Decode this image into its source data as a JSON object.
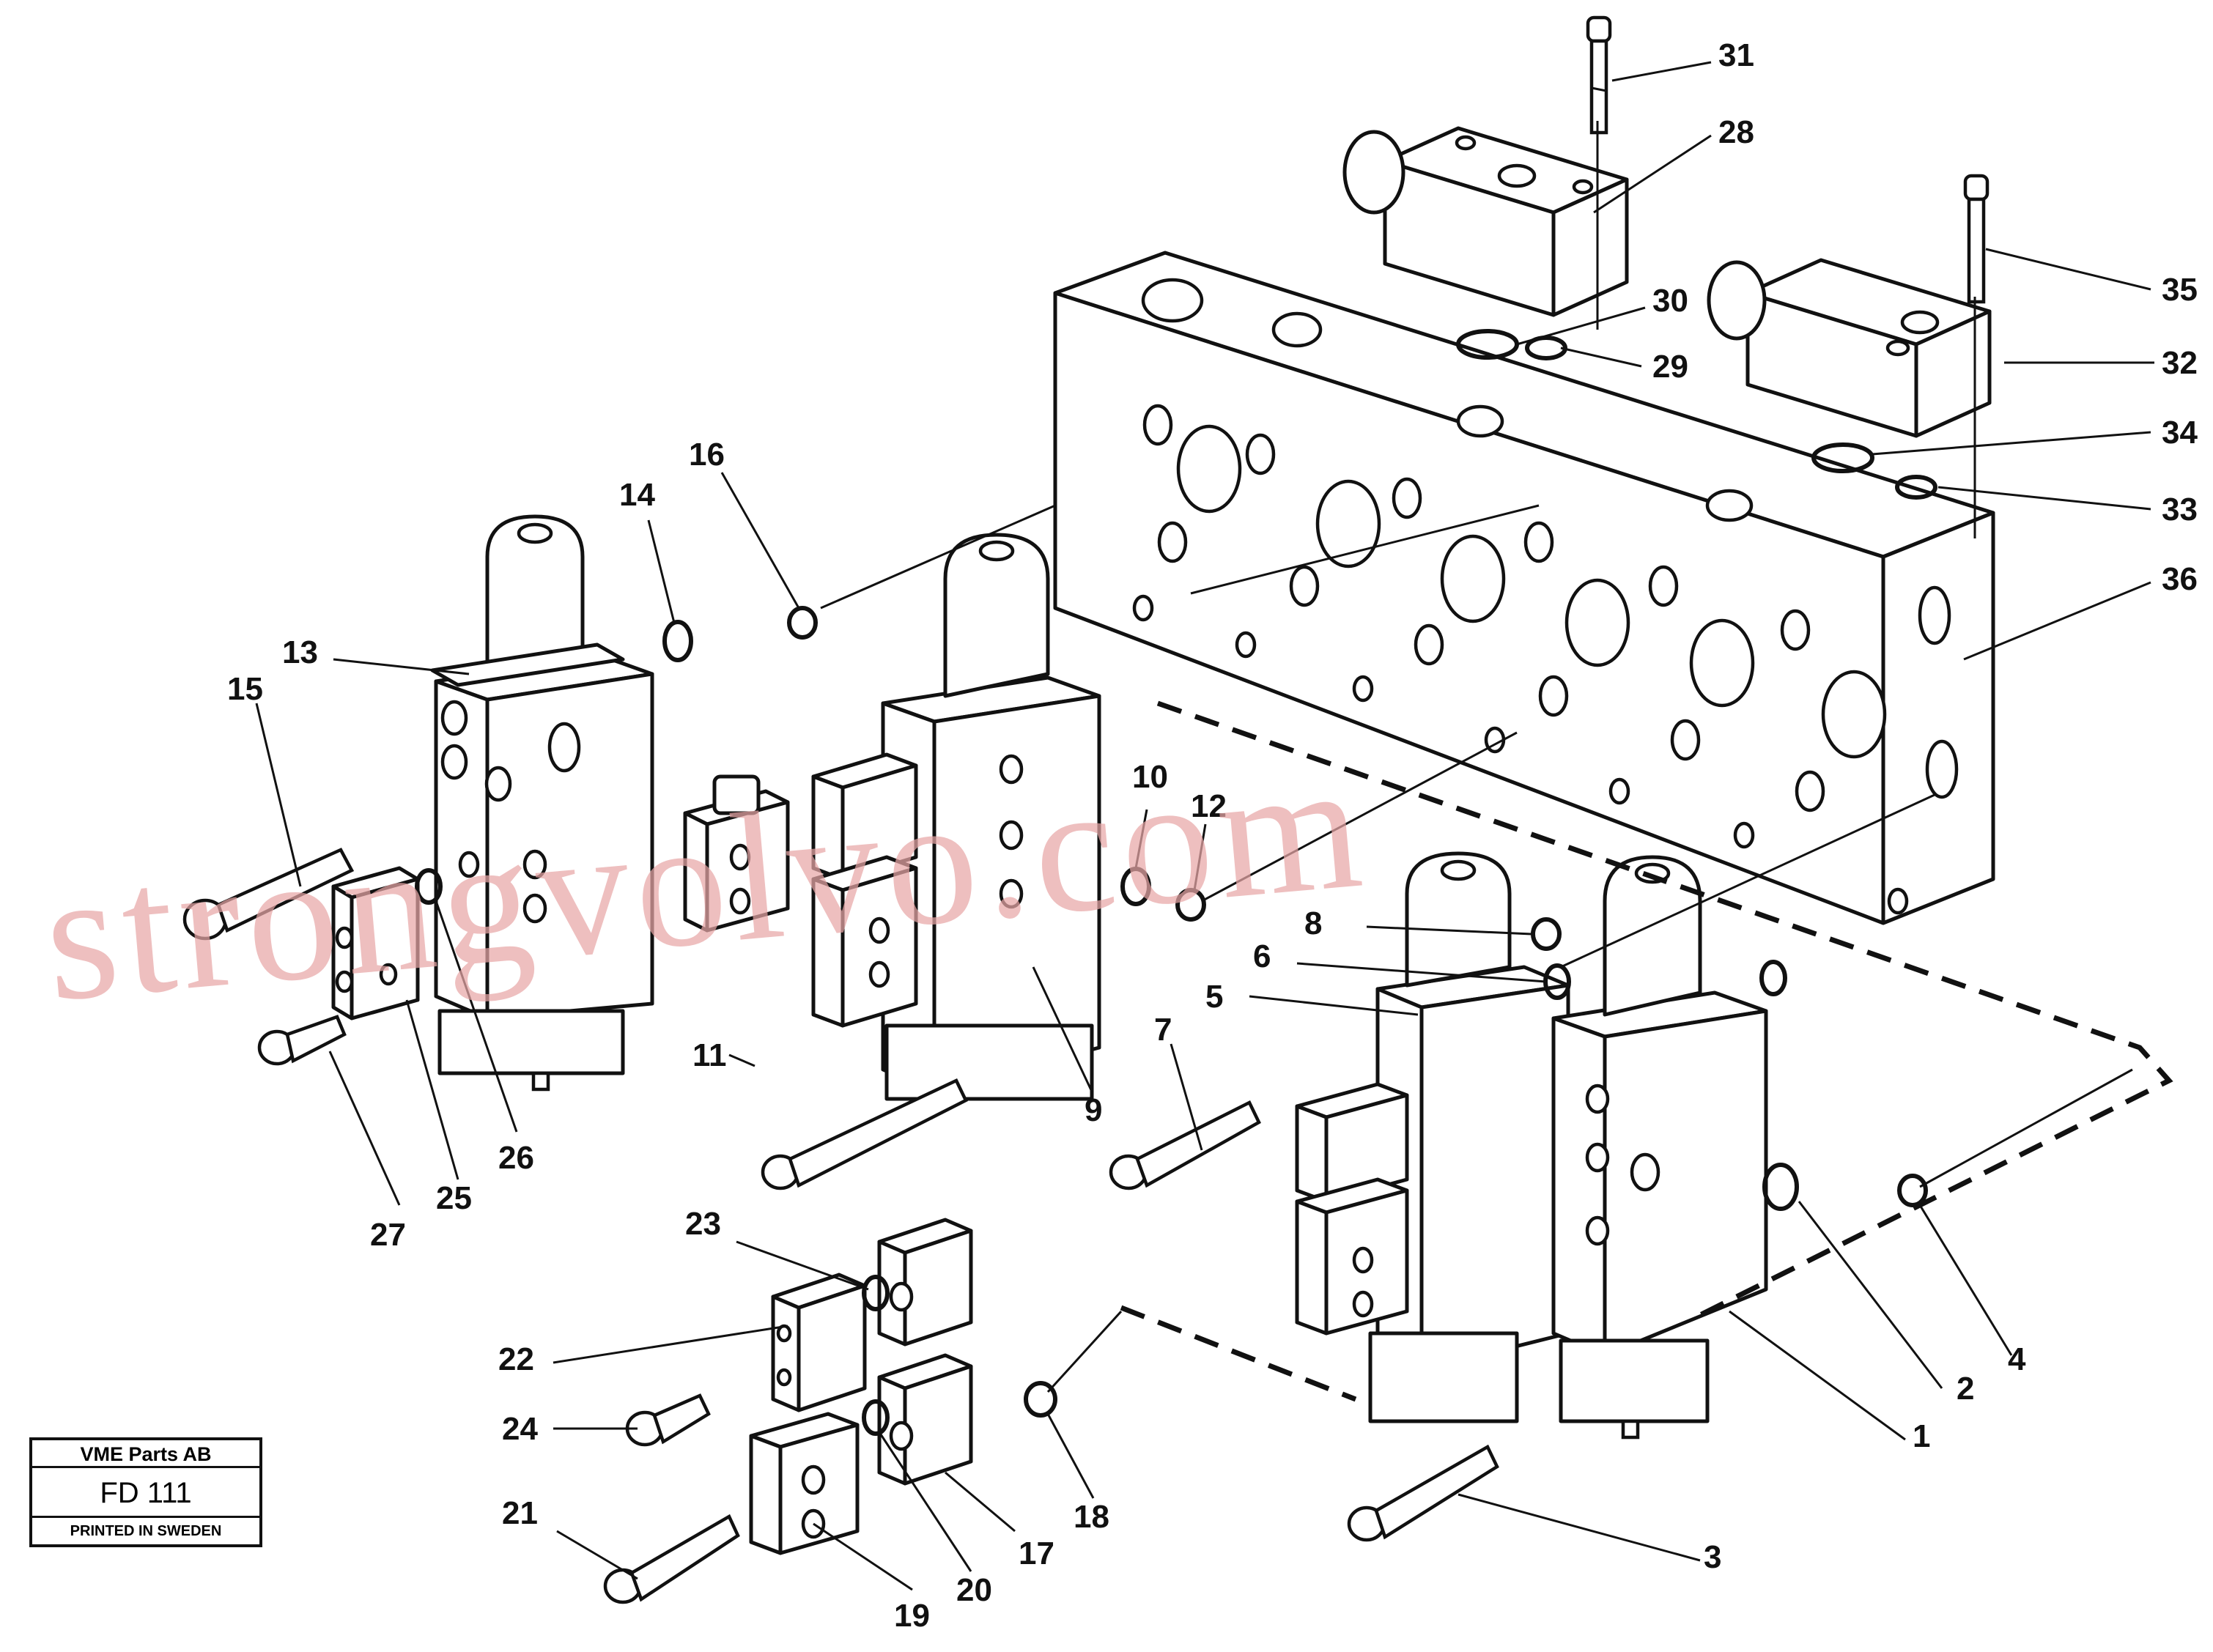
{
  "callouts": [
    "1",
    "2",
    "3",
    "4",
    "5",
    "6",
    "7",
    "8",
    "9",
    "10",
    "11",
    "12",
    "13",
    "14",
    "15",
    "16",
    "17",
    "18",
    "19",
    "20",
    "21",
    "22",
    "23",
    "24",
    "25",
    "26",
    "27",
    "28",
    "29",
    "30",
    "31",
    "32",
    "33",
    "34",
    "35",
    "36"
  ],
  "title_block": {
    "company": "VME Parts AB",
    "code": "FD 111",
    "printed": "PRINTED IN SWEDEN"
  },
  "watermark": "strongvolvo.com"
}
